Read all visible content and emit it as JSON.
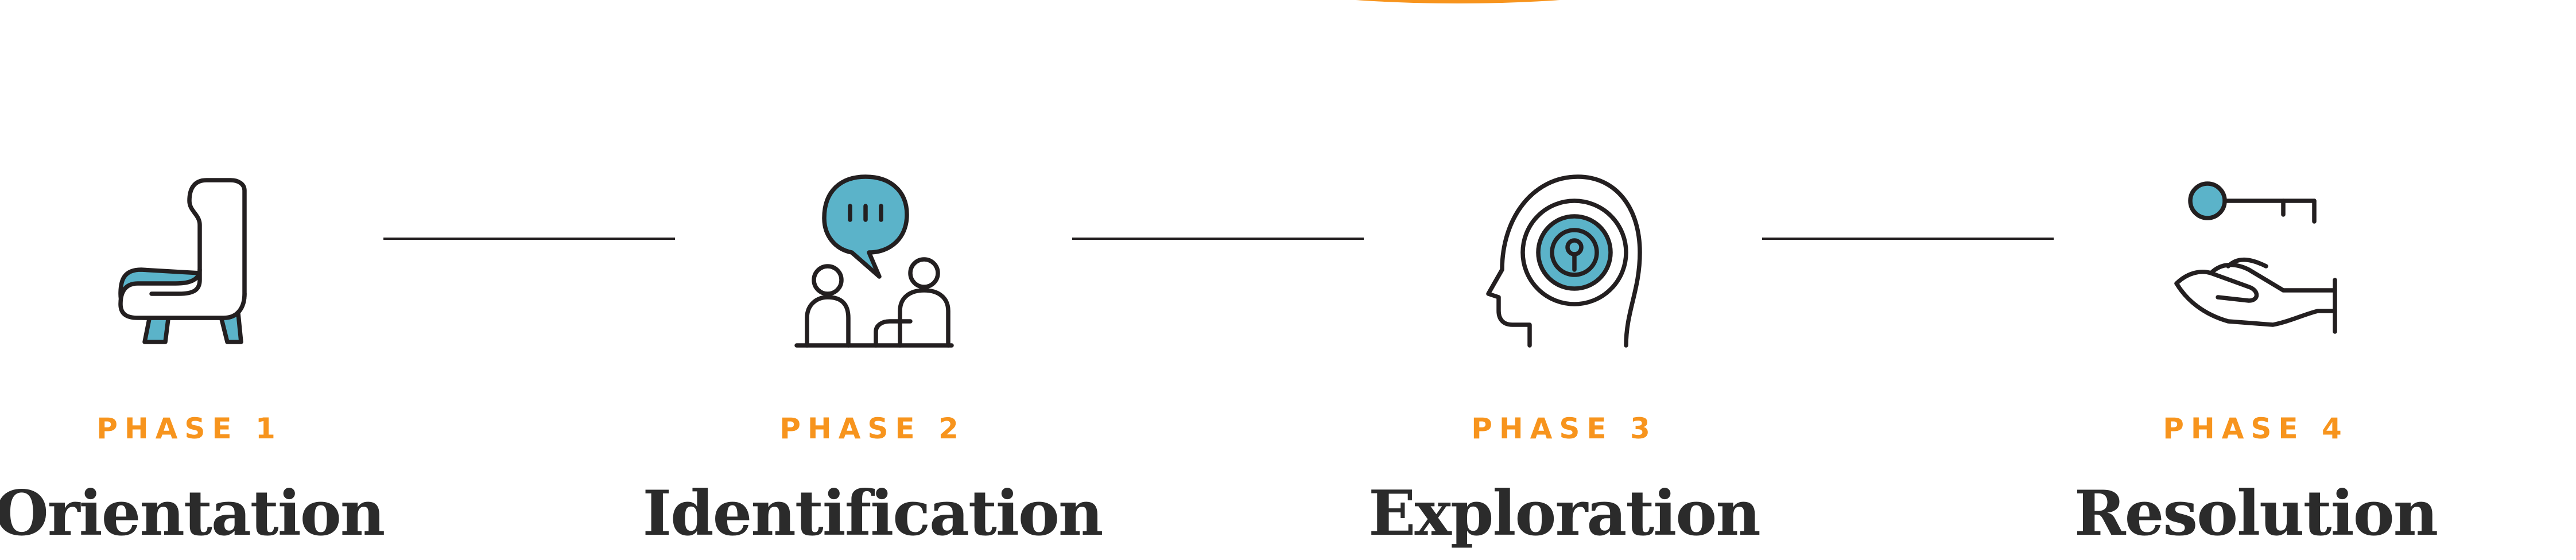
{
  "colors": {
    "accent": "#f7941d",
    "icon_fill": "#5bb3c9",
    "stroke": "#231f20",
    "title": "#2b2b2b"
  },
  "phases": [
    {
      "label": "PHASE 1",
      "title": "Orientation",
      "icon": "armchair-icon"
    },
    {
      "label": "PHASE 2",
      "title": "Identification",
      "icon": "conversation-icon"
    },
    {
      "label": "PHASE 3",
      "title": "Exploration",
      "icon": "head-target-icon"
    },
    {
      "label": "PHASE 4",
      "title": "Resolution",
      "icon": "hand-key-icon"
    }
  ]
}
